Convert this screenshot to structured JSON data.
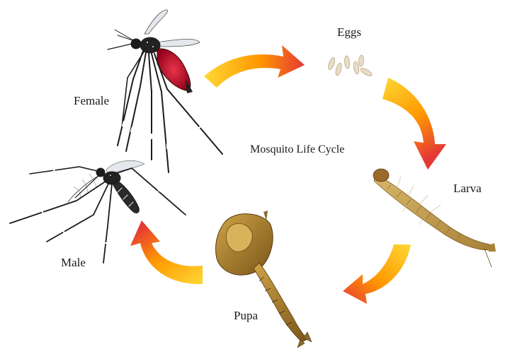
{
  "title": "Mosquito Life Cycle",
  "stages": {
    "eggs": "Eggs",
    "larva": "Larva",
    "pupa": "Pupa",
    "male": "Male",
    "female": "Female"
  },
  "colors": {
    "arrow_start": "#FDD835",
    "arrow_mid": "#FF9800",
    "arrow_end": "#E53935",
    "female_abdomen": "#C8102E",
    "mosquito_body": "#1c1c1c",
    "larva_body": "#C9A24E",
    "pupa_body": "#B8862E",
    "egg_color": "#E8DCC8"
  },
  "icons": [
    "female-mosquito-icon",
    "eggs-icon",
    "larva-icon",
    "pupa-icon",
    "male-mosquito-icon",
    "cycle-arrow-icon"
  ]
}
